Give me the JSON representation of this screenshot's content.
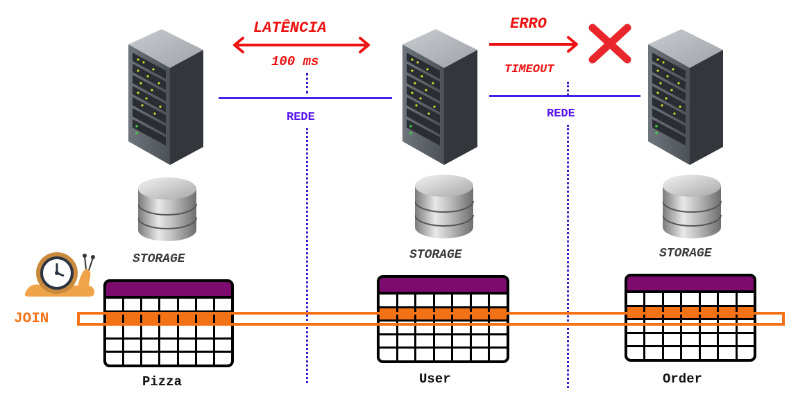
{
  "labels": {
    "latency": "LATÊNCIA",
    "latency_value": "100 ms",
    "error": "ERRO",
    "timeout": "TIMEOUT",
    "network_1": "REDE",
    "network_2": "REDE",
    "storage_1": "STORAGE",
    "storage_2": "STORAGE",
    "storage_3": "STORAGE",
    "join": "JOIN"
  },
  "tables": [
    {
      "name": "Pizza"
    },
    {
      "name": "User"
    },
    {
      "name": "Order"
    }
  ],
  "colors": {
    "error": "#ee1111",
    "network": "#4422ee",
    "join": "#f47216",
    "table_header": "#7d0b6e",
    "server": "#3a3f45"
  },
  "icons": [
    "server-icon",
    "database-icon",
    "snail-clock-icon",
    "error-x-icon",
    "double-arrow-icon",
    "right-arrow-icon"
  ]
}
